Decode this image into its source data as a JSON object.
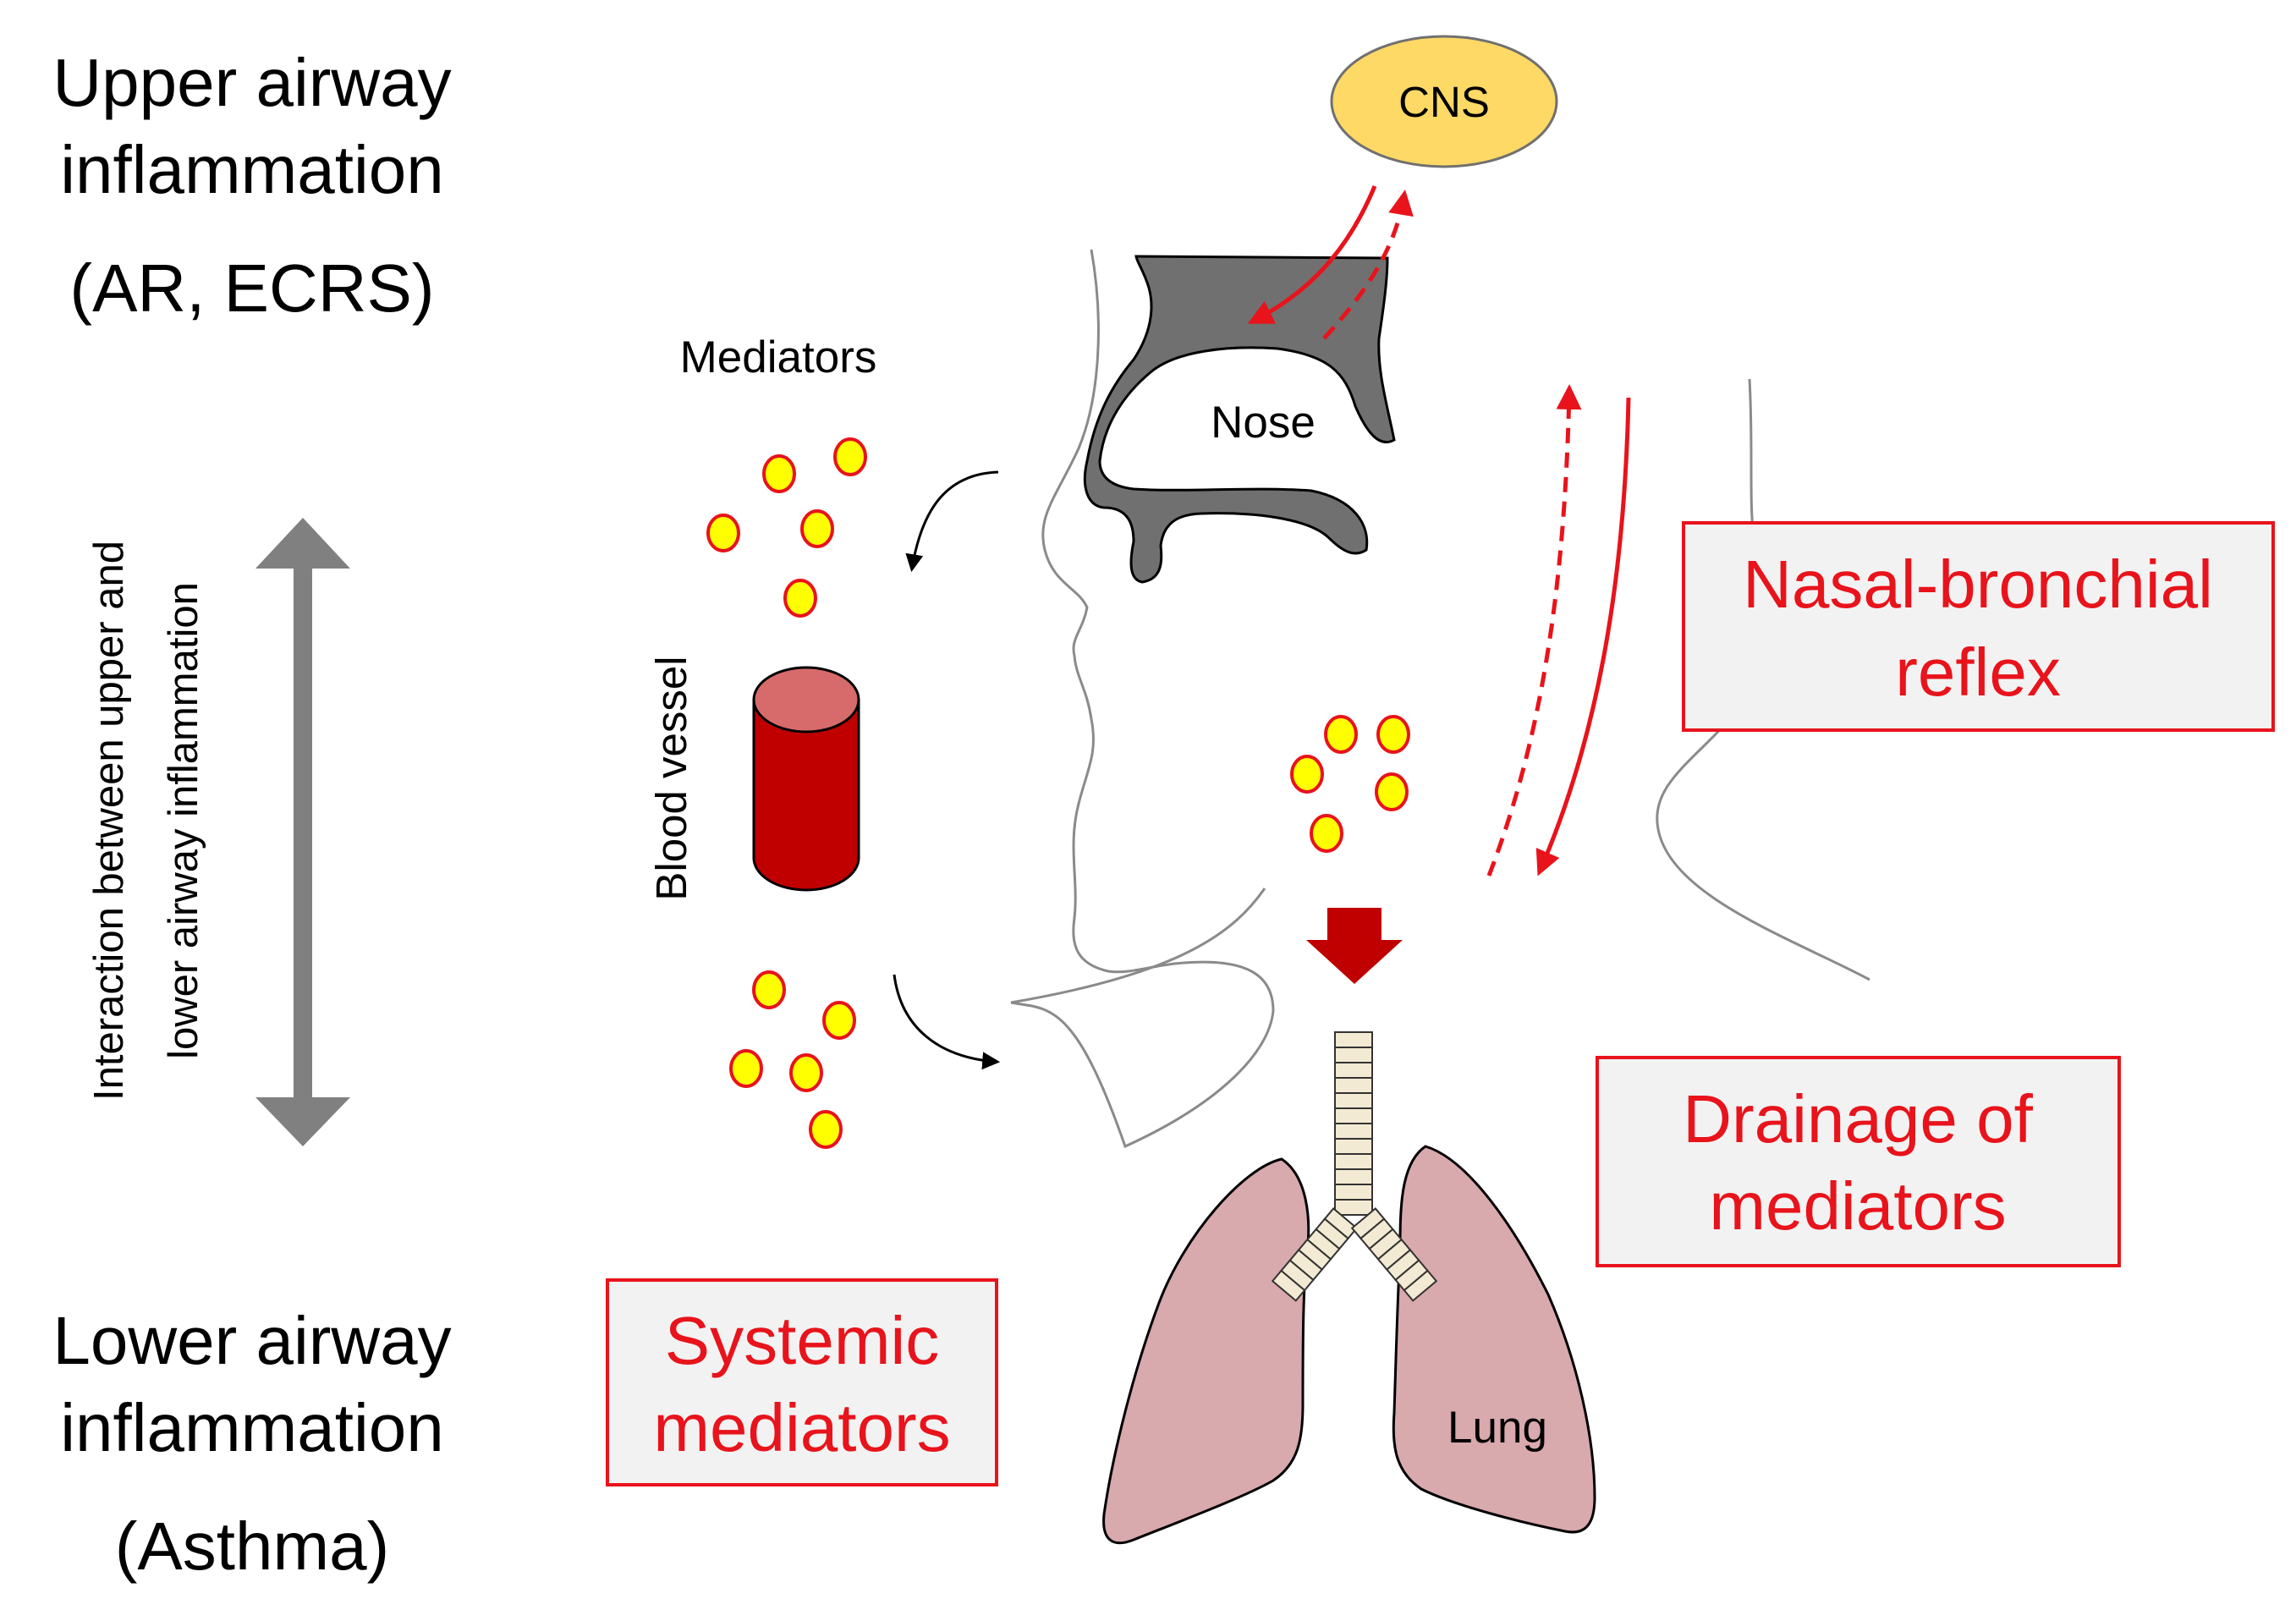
{
  "left_panel": {
    "upper": {
      "line1": "Upper airway",
      "line2": "inflammation",
      "line3": "(AR, ECRS)"
    },
    "interaction": {
      "line1": "Interaction between upper and",
      "line2": "lower airway inflammation"
    },
    "lower": {
      "line1": "Lower airway",
      "line2": "inflammation",
      "line3": "(Asthma)"
    }
  },
  "labels": {
    "cns": "CNS",
    "nose": "Nose",
    "mediators": "Mediators",
    "blood_vessel": "Blood vessel",
    "lung": "Lung"
  },
  "boxes": {
    "nasal_bronchial": {
      "line1": "Nasal-bronchial",
      "line2": "reflex"
    },
    "drainage": {
      "line1": "Drainage of",
      "line2": "mediators"
    },
    "systemic": {
      "line1": "Systemic",
      "line2": "mediators"
    }
  },
  "colors": {
    "accent_red": "#e8131b",
    "dark_red": "#c00000",
    "box_fill": "#f2f2f2",
    "mediator_fill": "#ffff00",
    "cns_fill": "#ffd966",
    "arrow_gray": "#808080",
    "nose_gray": "#707070",
    "lung_pink": "#d8a9ad"
  }
}
